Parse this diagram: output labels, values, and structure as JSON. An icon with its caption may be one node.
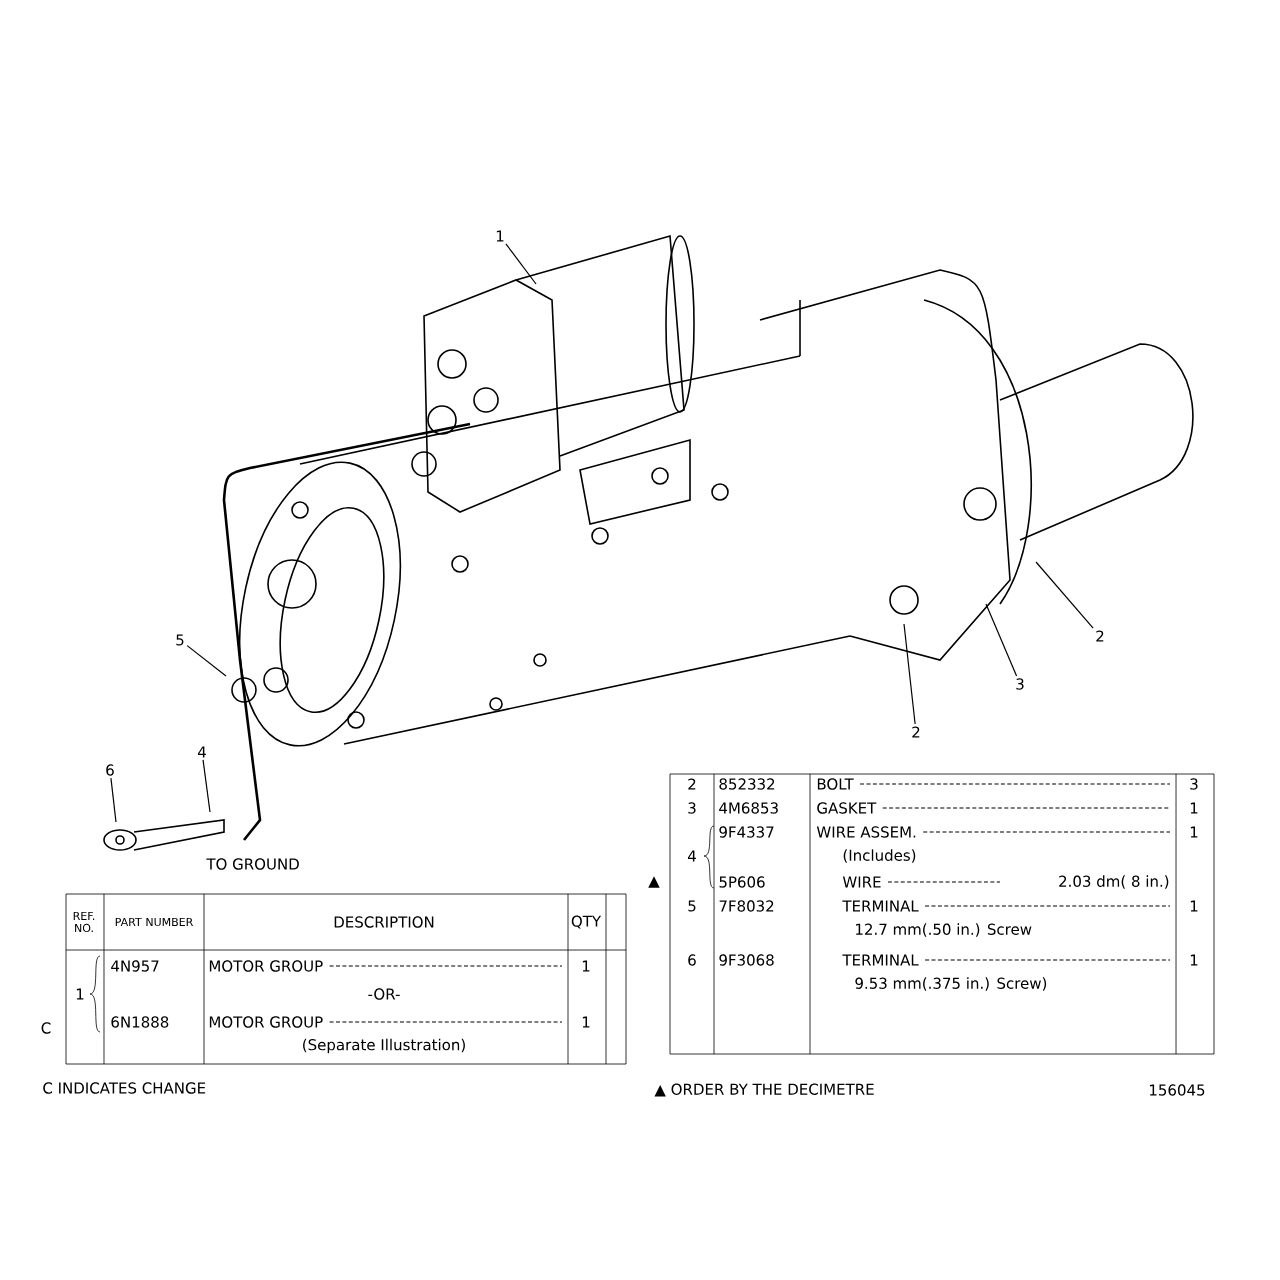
{
  "diagram": {
    "nodes": [
      {
        "text": [
          "1"
        ]
      },
      {
        "text": [
          "2"
        ]
      },
      {
        "text": [
          "3"
        ]
      },
      {
        "text": [
          "2"
        ]
      },
      {
        "text": [
          "5"
        ]
      },
      {
        "text": [
          "4"
        ]
      },
      {
        "text": [
          "6"
        ]
      }
    ],
    "edges": [
      {
        "from": 0,
        "to": null,
        "arrow": "none"
      },
      {
        "from": 1,
        "to": null,
        "arrow": "none"
      },
      {
        "from": 2,
        "to": null,
        "arrow": "none"
      },
      {
        "from": 3,
        "to": null,
        "arrow": "none"
      },
      {
        "from": 4,
        "to": null,
        "arrow": "none"
      },
      {
        "from": 5,
        "to": null,
        "arrow": "none"
      },
      {
        "from": 6,
        "to": null,
        "arrow": "none"
      }
    ],
    "labels": [
      "TO GROUND",
      "REF. NO.",
      "PART NUMBER",
      "DESCRIPTION",
      "QTY",
      "1",
      "4N957",
      "MOTOR GROUP",
      "1",
      "-OR-",
      "6N1888",
      "MOTOR GROUP",
      "1",
      "(Separate Illustration)",
      "C",
      "C INDICATES CHANGE",
      "2",
      "852332",
      "BOLT",
      "3",
      "3",
      "4M6853",
      "GASKET",
      "1",
      "4",
      "9F4337",
      "WIRE ASSEM.",
      "1",
      "(Includes)",
      "▲",
      "5P606",
      "WIRE",
      "2.03 dm( 8 in.)",
      "5",
      "7F8032",
      "TERMINAL",
      "1",
      "12.7 mm(.50 in.) Screw",
      "6",
      "9F3068",
      "TERMINAL",
      "1",
      "9.53 mm(.375 in.) Screw)",
      "▲ ORDER BY THE DECIMETRE",
      "156045"
    ]
  }
}
